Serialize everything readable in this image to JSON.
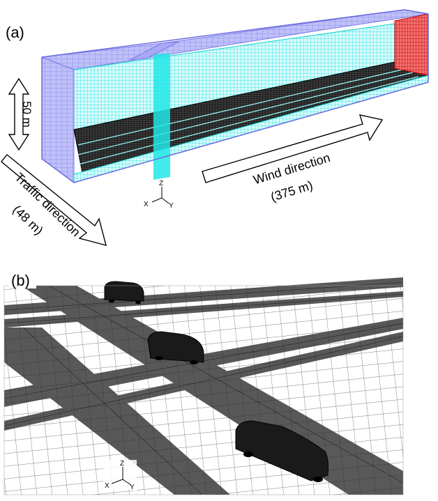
{
  "panel_a": {
    "label": "(a)",
    "height_label": "50 m",
    "wind_label_1": "Wind direction",
    "wind_label_2": "(375 m)",
    "traffic_label_1": "Traffic direction",
    "traffic_label_2": "(48 m)",
    "axes": {
      "z": "Z",
      "x": "X",
      "y": "Y"
    },
    "colors": {
      "walls": "#9b9bf5",
      "mesh": "#00e8e8",
      "outlet": "#e01010",
      "ground": "#111111"
    }
  },
  "panel_b": {
    "label": "(b)",
    "axes": {
      "z": "Z",
      "x": "X",
      "y": "Y"
    },
    "colors": {
      "mesh": "#000000"
    }
  }
}
